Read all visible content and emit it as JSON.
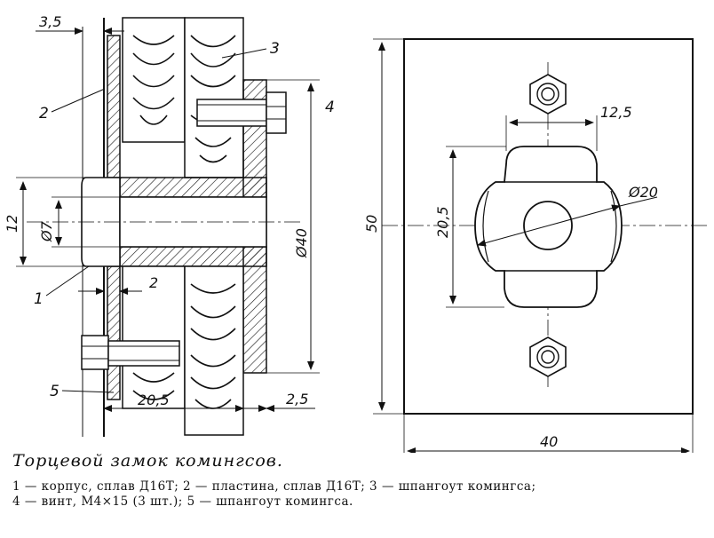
{
  "dimensions": {
    "d_3_5": "3,5",
    "d_12": "12",
    "d_phi7": "Ø7",
    "d_phi40": "Ø40",
    "d_2": "2",
    "d_20_5_left": "20,5",
    "d_2_5": "2,5",
    "d_50": "50",
    "d_12_5": "12,5",
    "d_20_5_right": "20,5",
    "d_phi20": "Ø20",
    "d_40": "40"
  },
  "callouts": {
    "c1": "1",
    "c2": "2",
    "c3": "3",
    "c4": "4",
    "c5": "5"
  },
  "caption": {
    "title": "Торцевой замок комингсов.",
    "body": "1 — корпус, сплав Д16Т; 2 — пластина, сплав Д16Т; 3 — шпангоут комингса; 4 — винт, M4×15 (3 шт.); 5 — шпангоут комингса."
  }
}
